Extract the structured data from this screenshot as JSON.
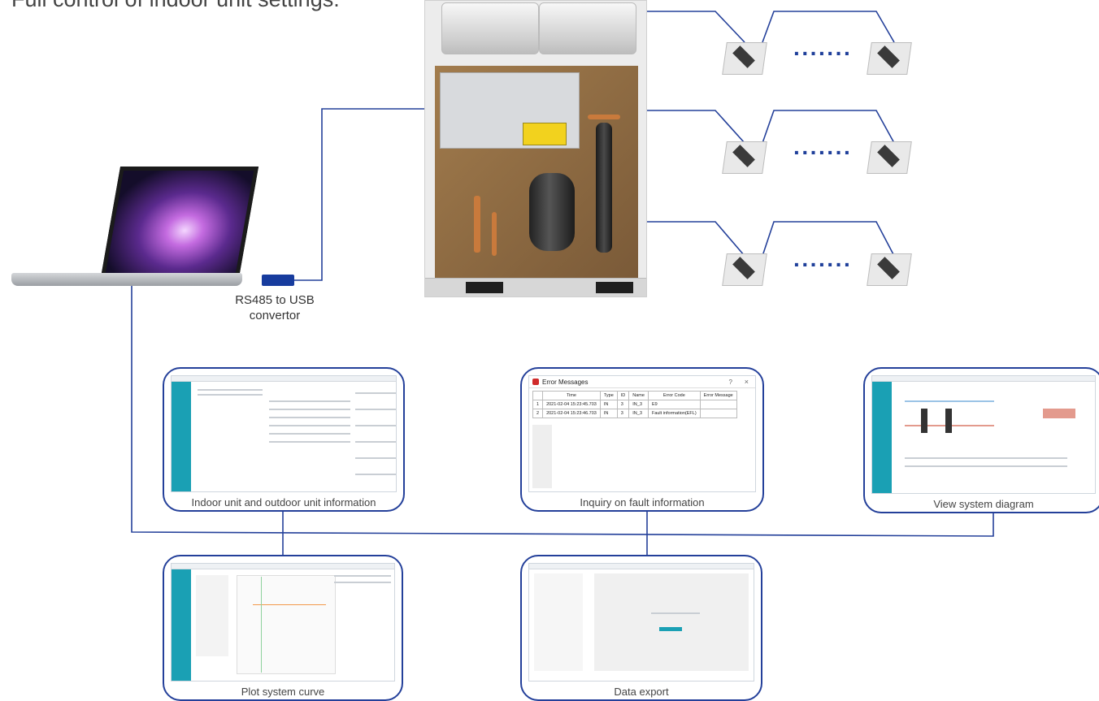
{
  "title": "Full control of indoor unit settings.",
  "converter_label_line1": "RS485 to USB",
  "converter_label_line2": "convertor",
  "ellipsis": "·······",
  "cards": {
    "unit_info": "Indoor unit and outdoor unit information",
    "fault": "Inquiry on fault information",
    "system_diagram": "View system diagram",
    "plot_curve": "Plot system curve",
    "data_export": "Data export"
  },
  "fault_window": {
    "title": "Error Messages",
    "help": "?",
    "close": "×",
    "columns": [
      "",
      "Time",
      "Type",
      "ID",
      "Name",
      "Error Code",
      "Error Message"
    ],
    "rows": [
      [
        "1",
        "2021-02-04 15:23:45.703",
        "IN",
        "3",
        "IN_3",
        "E9",
        ""
      ],
      [
        "2",
        "2021-02-04 15:23:46.703",
        "IN",
        "3",
        "IN_3",
        "Fault information(EFL)",
        ""
      ]
    ]
  },
  "colors": {
    "line": "#24409a",
    "accent": "#1aa0b4"
  }
}
